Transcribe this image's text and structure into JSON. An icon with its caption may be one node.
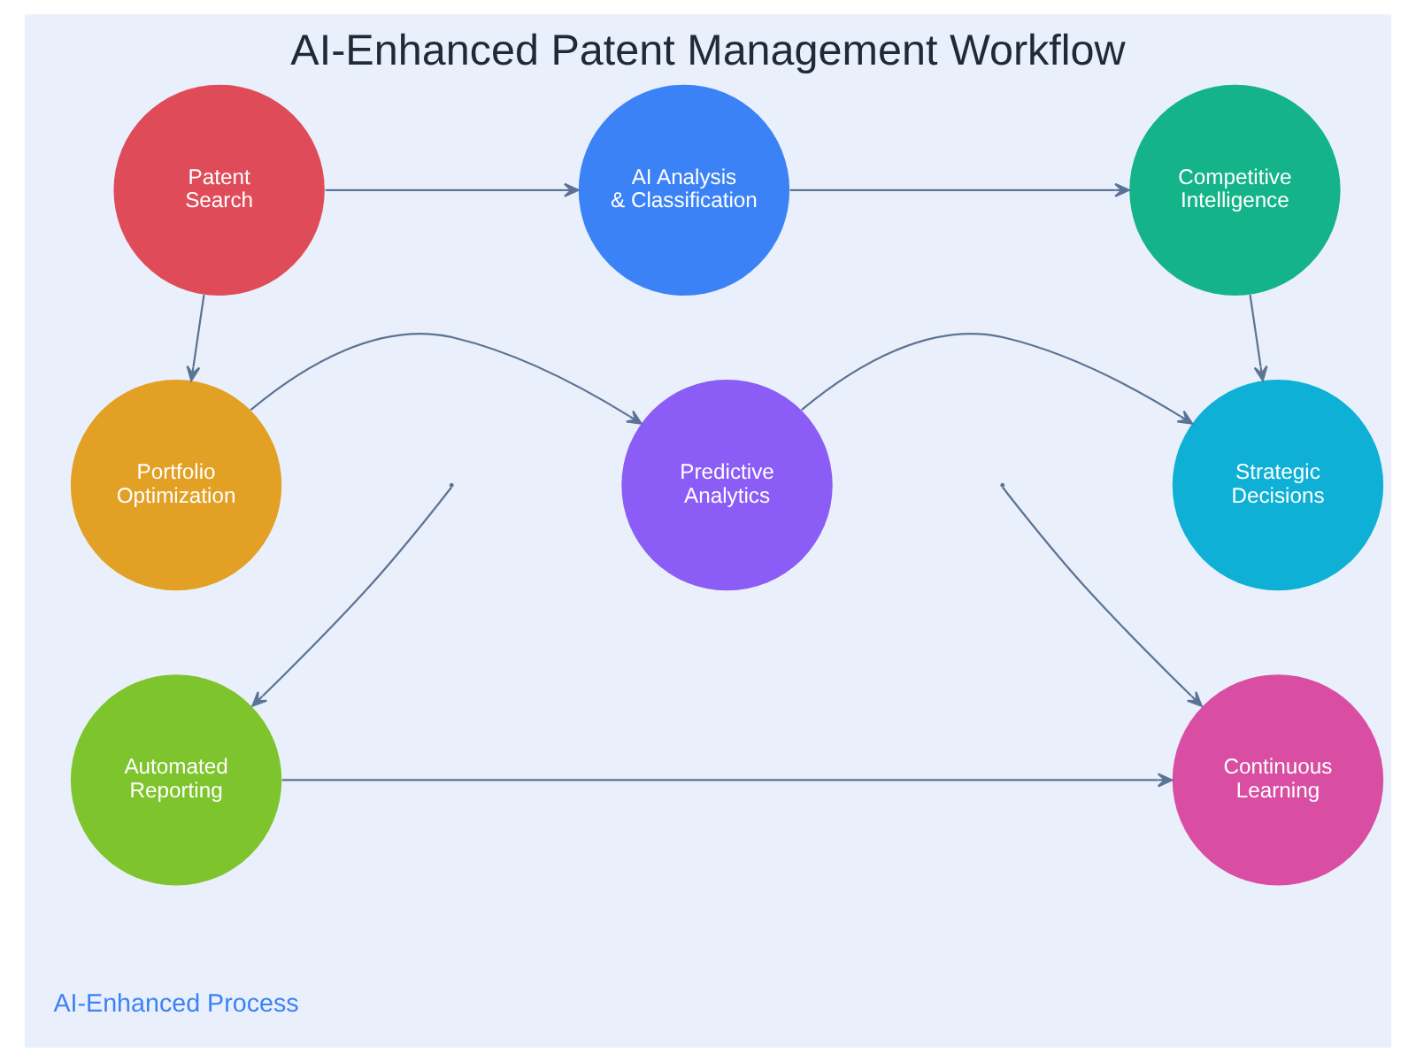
{
  "diagram": {
    "title": "AI-Enhanced Patent Management Workflow",
    "nodes": [
      {
        "text": [
          "Patent Search"
        ]
      },
      {
        "text": [
          "AI Analysis & Classification"
        ]
      },
      {
        "text": [
          "Competitive Intelligence"
        ]
      },
      {
        "text": [
          "Portfolio Optimization"
        ]
      },
      {
        "text": [
          "Predictive Analytics"
        ]
      },
      {
        "text": [
          "Strategic Decisions"
        ]
      },
      {
        "text": [
          "Automated Reporting"
        ]
      },
      {
        "text": [
          "Continuous Learning"
        ]
      }
    ],
    "edges": [
      {
        "from": 0,
        "to": 1,
        "arrow": "to"
      },
      {
        "from": 1,
        "to": 2,
        "arrow": "to"
      },
      {
        "from": 0,
        "to": 3,
        "arrow": "to"
      },
      {
        "from": 2,
        "to": 5,
        "arrow": "to"
      },
      {
        "from": 3,
        "to": 4,
        "arrow": "to"
      },
      {
        "from": 4,
        "to": 5,
        "arrow": "to"
      },
      {
        "from": null,
        "to": 6,
        "arrow": "to"
      },
      {
        "from": null,
        "to": 7,
        "arrow": "to"
      },
      {
        "from": 6,
        "to": 7,
        "arrow": "to"
      }
    ],
    "labels": [
      "AI-Enhanced Process"
    ]
  }
}
